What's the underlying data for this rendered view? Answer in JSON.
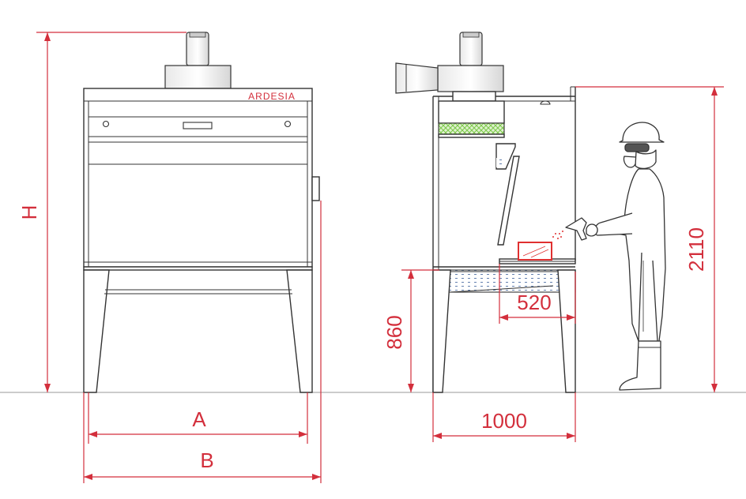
{
  "brand": "ARDESIA",
  "colors": {
    "dimension": "#d32f3c",
    "outline": "#333333",
    "filter": "#7cc84a",
    "grating": "#3a5f9a",
    "part": "#e03030"
  },
  "labels": {
    "height": "H",
    "width_inner": "A",
    "width_outer": "B",
    "depth": "1000",
    "work_height": "860",
    "total_height": "2110",
    "grating_depth": "520"
  }
}
